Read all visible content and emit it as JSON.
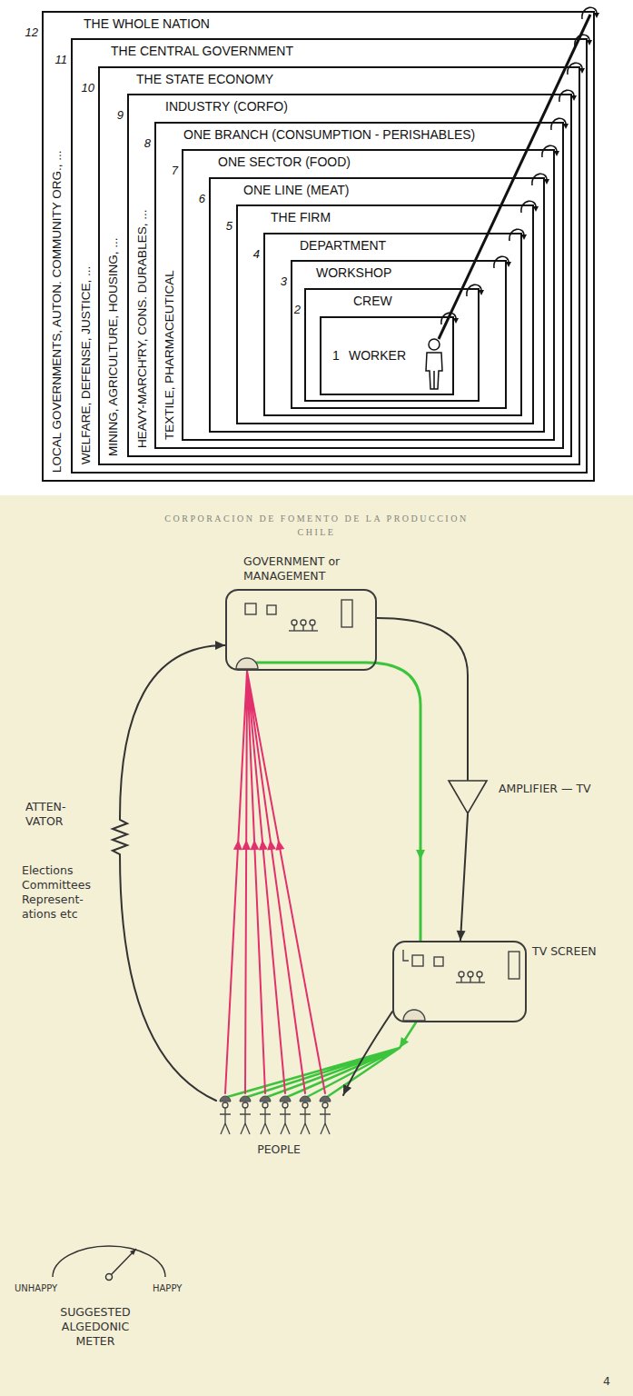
{
  "diagram": {
    "nodes": [
      {
        "text": [
          "12",
          "THE WHOLE NATION",
          "LOCAL GOVERNMENTS, AUTON. COMMUNITY ORG., ..."
        ]
      },
      {
        "text": [
          "11",
          "THE CENTRAL GOVERNMENT",
          "WELFARE, DEFENSE, JUSTICE, ..."
        ],
        "in": 0
      },
      {
        "text": [
          "10",
          "THE STATE ECONOMY",
          "MINING, AGRICULTURE, HOUSING, ..."
        ],
        "in": 1
      },
      {
        "text": [
          "9",
          "INDUSTRY (CORFO)",
          "HEAVY-MARCH'RY, CONS. DURABLES, ..."
        ],
        "in": 2
      },
      {
        "text": [
          "8",
          "ONE BRANCH (CONSUMPTION - PERISHABLES)",
          "TEXTILE, PHARMACEUTICAL"
        ],
        "in": 3
      },
      {
        "text": [
          "7",
          "ONE SECTOR (FOOD)"
        ],
        "in": 4
      },
      {
        "text": [
          "6",
          "ONE LINE (MEAT)"
        ],
        "in": 5
      },
      {
        "text": [
          "5",
          "THE FIRM"
        ],
        "in": 6
      },
      {
        "text": [
          "4",
          "DEPARTMENT"
        ],
        "in": 7
      },
      {
        "text": [
          "3",
          "WORKSHOP"
        ],
        "in": 8
      },
      {
        "text": [
          "2",
          "CREW"
        ],
        "in": 9
      },
      {
        "text": [
          "1",
          "WORKER"
        ],
        "in": 10
      },
      {
        "text": [
          "GOVERNMENT or MANAGEMENT"
        ]
      },
      {
        "text": [
          "AMPLIFIER — TV"
        ]
      },
      {
        "text": [
          "TV SCREEN"
        ]
      },
      {
        "text": [
          "PEOPLE"
        ]
      }
    ],
    "edges": [
      {
        "from": 12,
        "to": 13,
        "arrow": "none"
      },
      {
        "from": 13,
        "to": 14,
        "arrow": "to"
      },
      {
        "from": 12,
        "to": 14,
        "arrow": "to"
      },
      {
        "from": 14,
        "to": 15,
        "arrow": "to"
      },
      {
        "from": 14,
        "to": 15,
        "arrow": "to"
      },
      {
        "from": 15,
        "to": 12,
        "arrow": "to"
      },
      {
        "from": 15,
        "to": 12,
        "arrow": "to"
      }
    ],
    "labels": [
      "CORPORACION DE FOMENTO DE LA PRODUCCION",
      "CHILE",
      "ATTEN- VATOR",
      "Elections Committees Represent- ations etc",
      "UNHAPPY",
      "HAPPY",
      "SUGGESTED ALGEDONIC METER",
      "4"
    ]
  }
}
